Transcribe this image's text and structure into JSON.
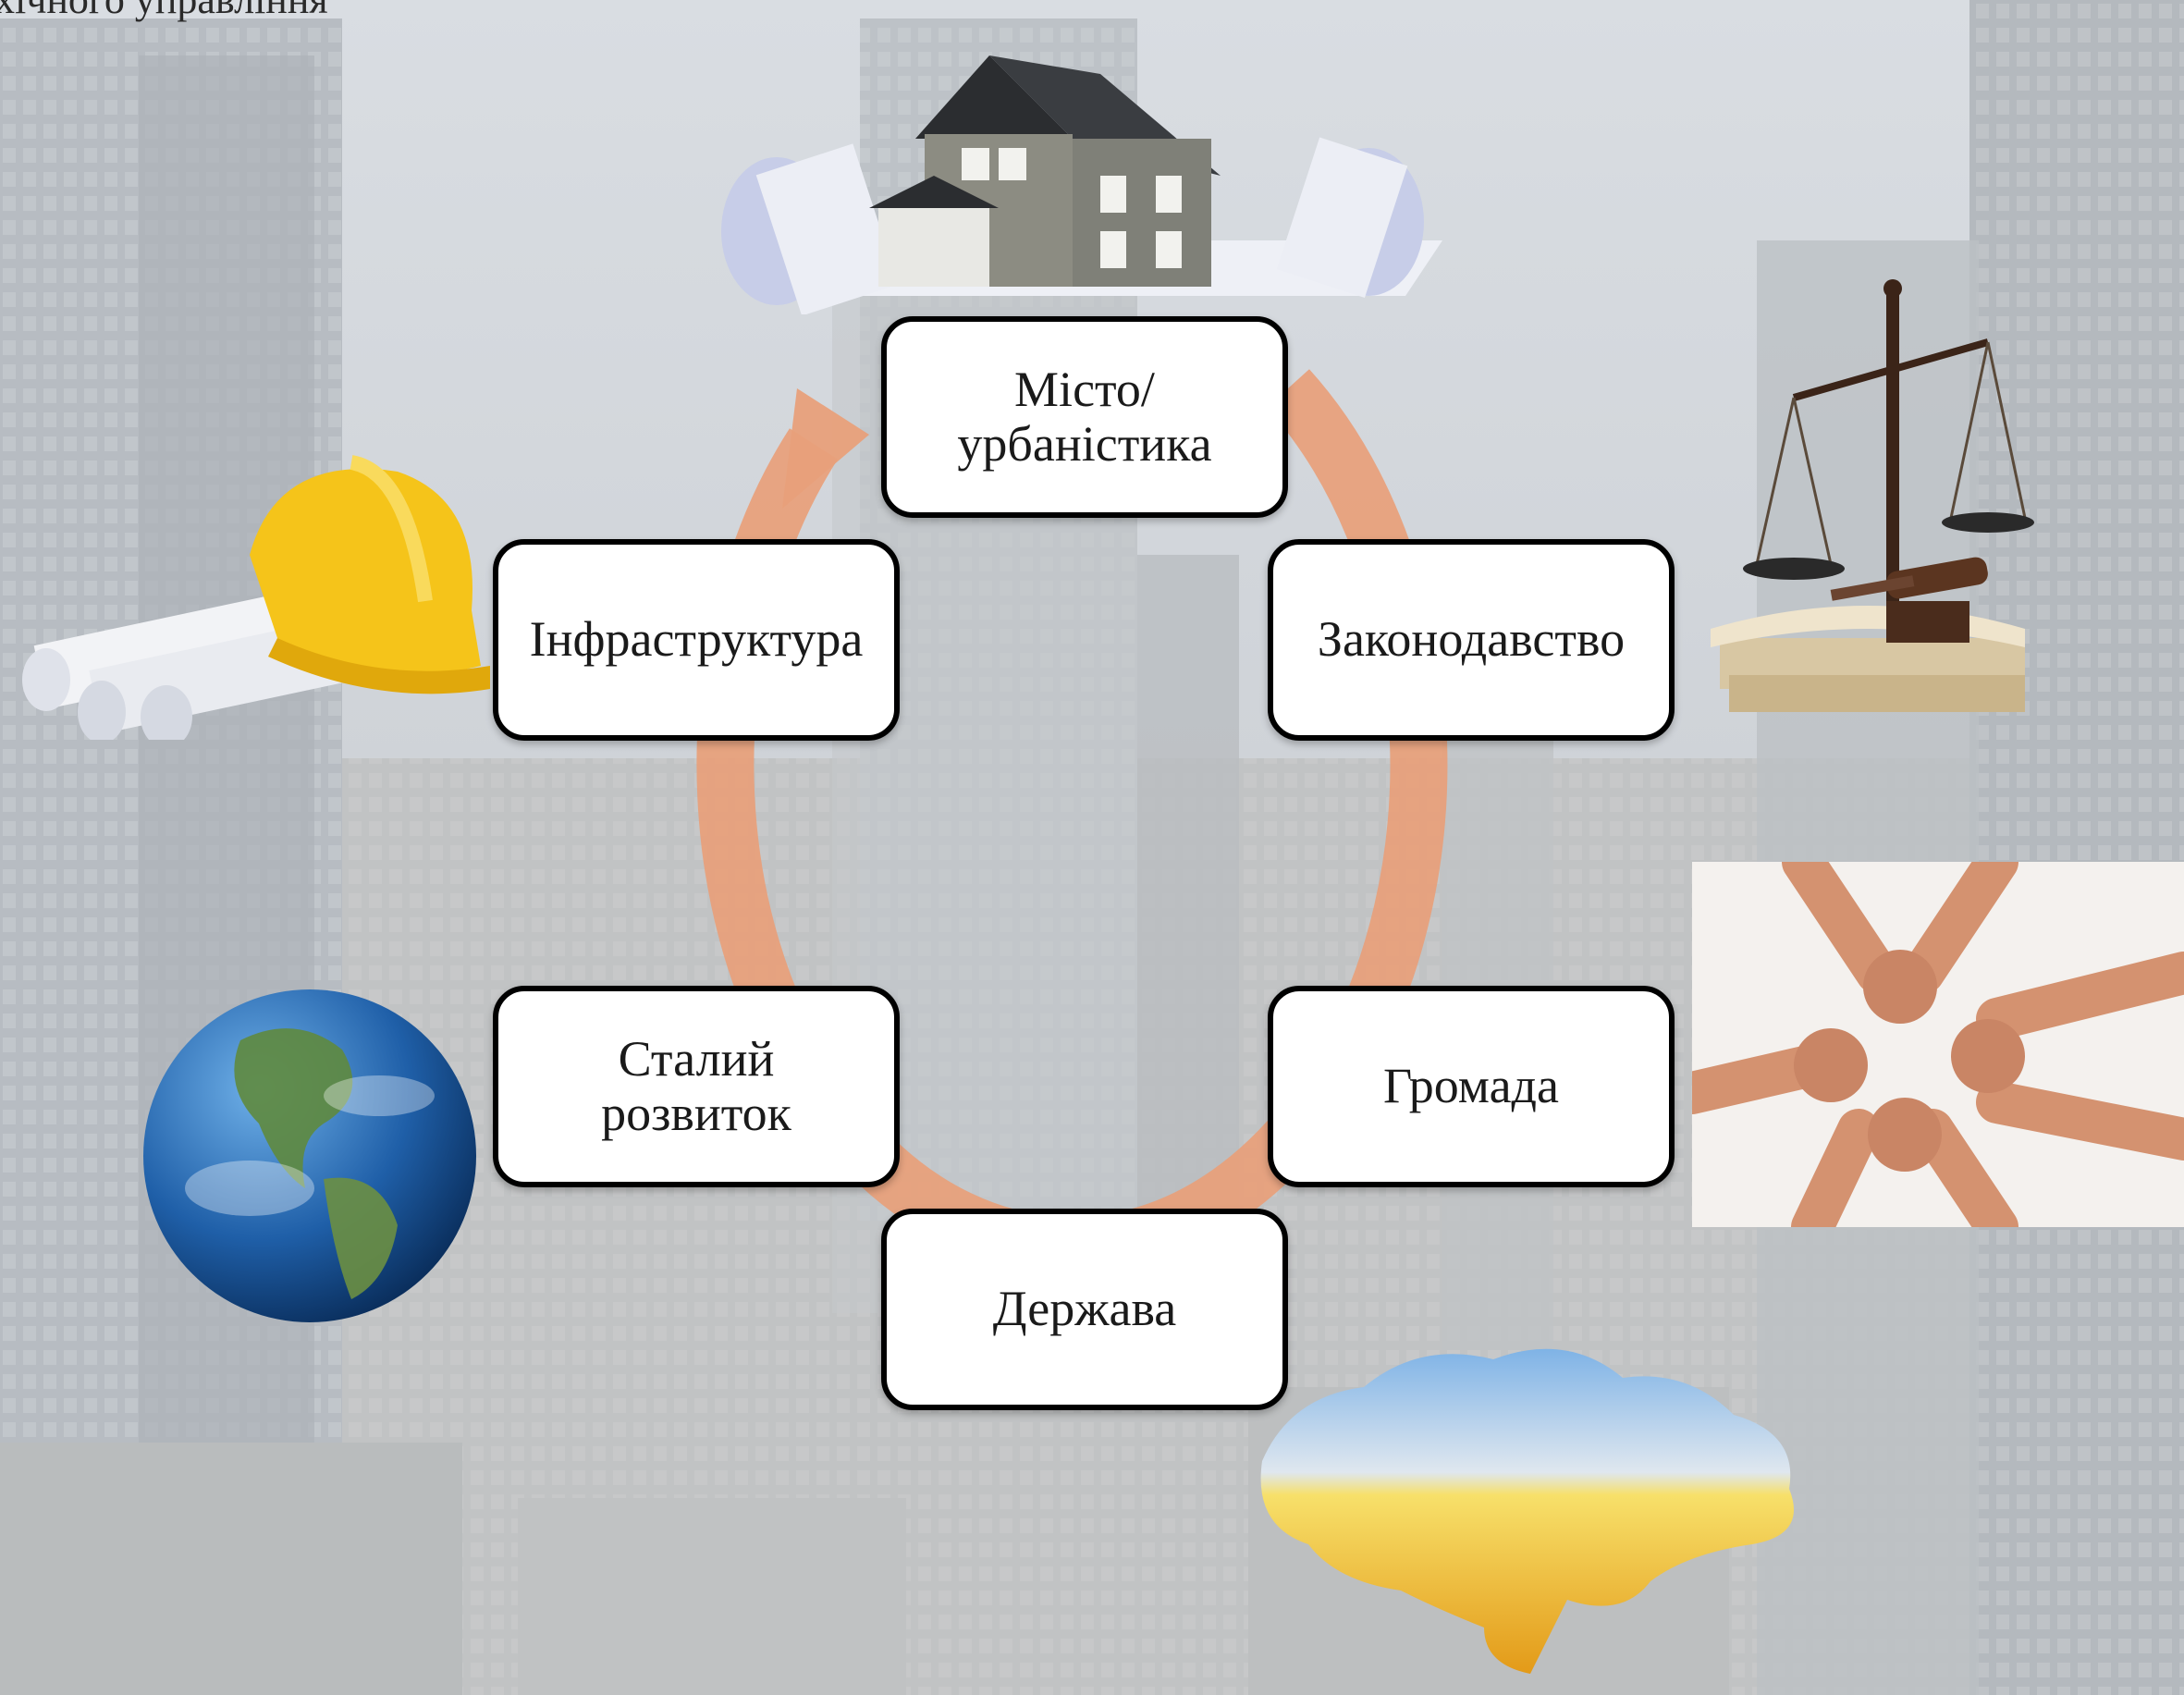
{
  "header": {
    "text": "хічного управління"
  },
  "cycle": {
    "arrow_color": "#e8a07a",
    "nodes": {
      "city": "Місто/\nурбаністика",
      "law": "Законодавство",
      "community": "Громада",
      "state": "Держава",
      "sustainable": "Сталий\nрозвиток",
      "infrastructure": "Інфраструктура"
    }
  },
  "illustrations": {
    "top": "house-on-blueprints-icon",
    "right_top": "scales-of-justice-icon",
    "right_middle": "joined-hands-icon",
    "bottom": "ukraine-map-icon",
    "left_bottom": "earth-globe-icon",
    "left_top": "hard-hat-with-blueprints-icon"
  },
  "colors": {
    "background": "#c9cdd1",
    "node_fill": "#ffffff",
    "node_border": "#000000"
  }
}
